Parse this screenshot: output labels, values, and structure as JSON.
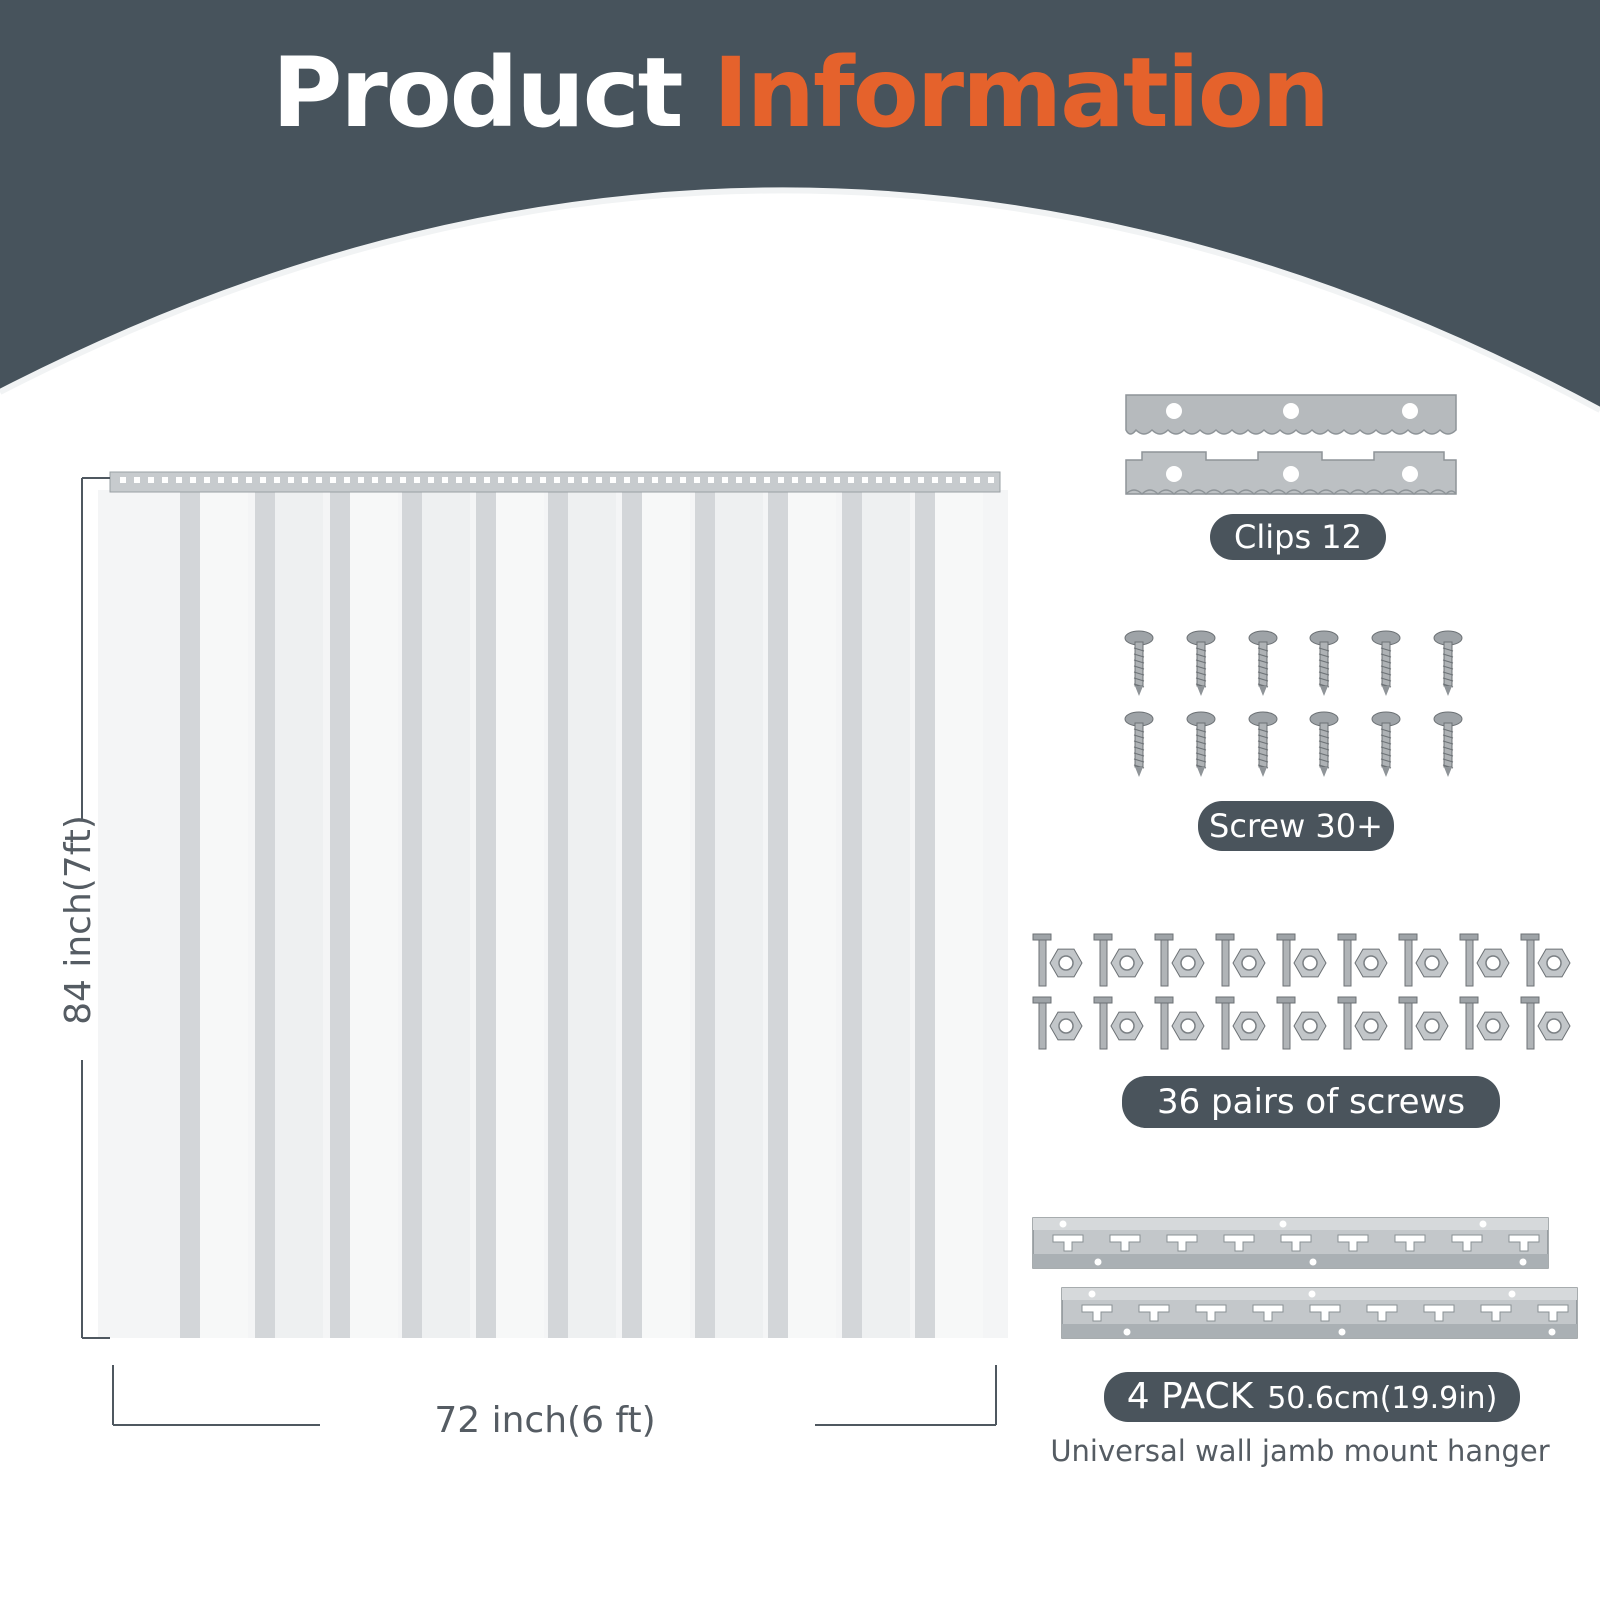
{
  "title": {
    "part1": "Product",
    "part2": "Information"
  },
  "colors": {
    "header": "#47535c",
    "accent": "#e5622c",
    "pill": "#4a545c",
    "text": "#555c63"
  },
  "curtain": {
    "width_label": "72 inch(6 ft)",
    "height_label": "84 inch(7ft)"
  },
  "accessories": {
    "clips": "Clips 12",
    "screw": "Screw 30+",
    "pairs": "36 pairs of screws",
    "pack_main": "4 PACK",
    "pack_size": "50.6cm(19.9in)",
    "hanger_caption": "Universal wall jamb mount hanger"
  },
  "icons": [
    "clip-plate-icon",
    "screw-icon",
    "bolt-nut-icon",
    "hanger-rail-icon"
  ]
}
